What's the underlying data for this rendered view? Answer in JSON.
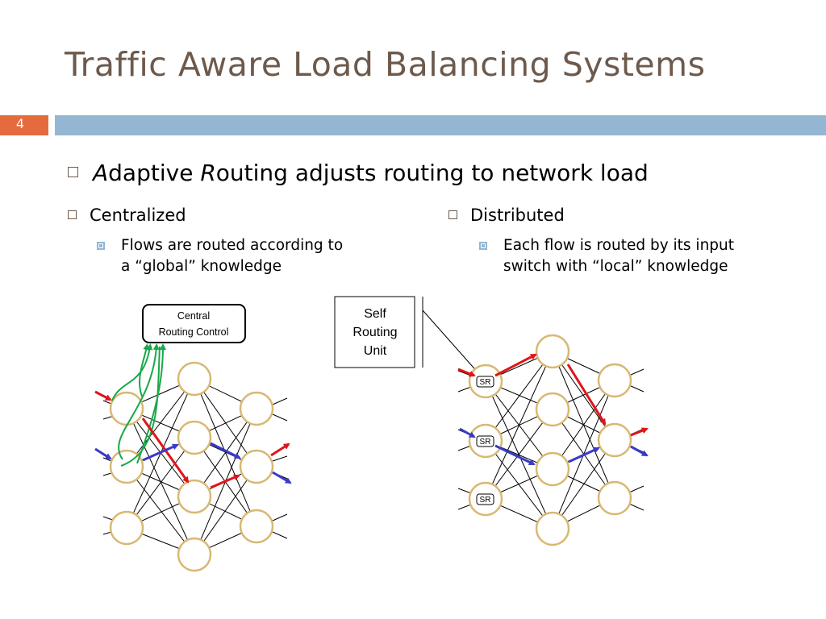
{
  "slide": {
    "title": "Traffic Aware Load Balancing Systems",
    "number": "4"
  },
  "bullets": {
    "main": {
      "prefix_italic_1": "A",
      "text_1": "daptive ",
      "prefix_italic_2": "R",
      "text_2": "outing adjusts routing to network load"
    },
    "centralized": {
      "label": "Centralized",
      "sub_line1": "Flows are routed according to",
      "sub_line2": "a “global” knowledge"
    },
    "distributed": {
      "label": "Distributed",
      "sub_line1": "Each flow is routed by its input",
      "sub_line2": "switch with “local” knowledge"
    }
  },
  "diagram": {
    "central_control_line1": "Central",
    "central_control_line2": "Routing Control",
    "self_routing_line1": "Self",
    "self_routing_line2": "Routing",
    "self_routing_line3": "Unit",
    "sr_label": "SR"
  },
  "colors": {
    "title": "#6d5a4c",
    "accent_bar": "#94b6d2",
    "number_box": "#e56b3e",
    "node_stroke": "#d8b872",
    "red_flow": "#e0141a",
    "blue_flow": "#3a3ac8",
    "green_control": "#1aa84a"
  }
}
